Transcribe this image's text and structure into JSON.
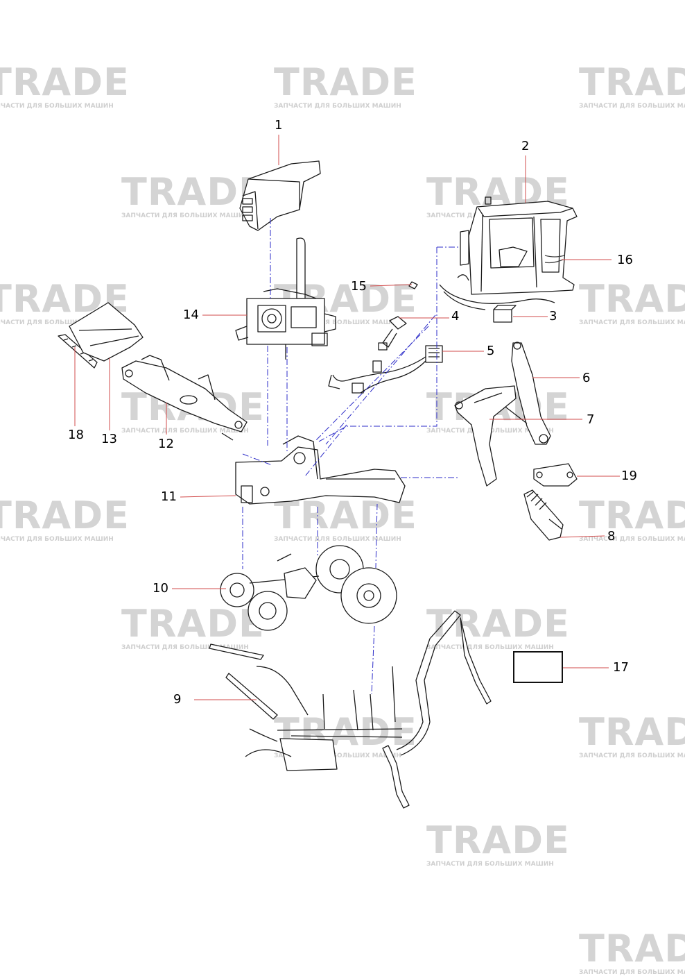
{
  "watermark": {
    "brand": "TRADE",
    "tagline": "ЗАПЧАСТИ ДЛЯ БОЛЬШИХ МАШИН",
    "color": "#d4d4d4",
    "accent": "#f7e08a"
  },
  "colors": {
    "callout_line": "#d24b4b",
    "assembly_line": "#2b2bc8",
    "outline": "#1a1a1a"
  },
  "callouts": [
    {
      "id": "1",
      "label": "1"
    },
    {
      "id": "2",
      "label": "2"
    },
    {
      "id": "3",
      "label": "3"
    },
    {
      "id": "4",
      "label": "4"
    },
    {
      "id": "5",
      "label": "5"
    },
    {
      "id": "6",
      "label": "6"
    },
    {
      "id": "7",
      "label": "7"
    },
    {
      "id": "8",
      "label": "8"
    },
    {
      "id": "9",
      "label": "9"
    },
    {
      "id": "10",
      "label": "10"
    },
    {
      "id": "11",
      "label": "11"
    },
    {
      "id": "12",
      "label": "12"
    },
    {
      "id": "13",
      "label": "13"
    },
    {
      "id": "14",
      "label": "14"
    },
    {
      "id": "15",
      "label": "15"
    },
    {
      "id": "16",
      "label": "16"
    },
    {
      "id": "17",
      "label": "17"
    },
    {
      "id": "18",
      "label": "18"
    },
    {
      "id": "19",
      "label": "19"
    }
  ]
}
